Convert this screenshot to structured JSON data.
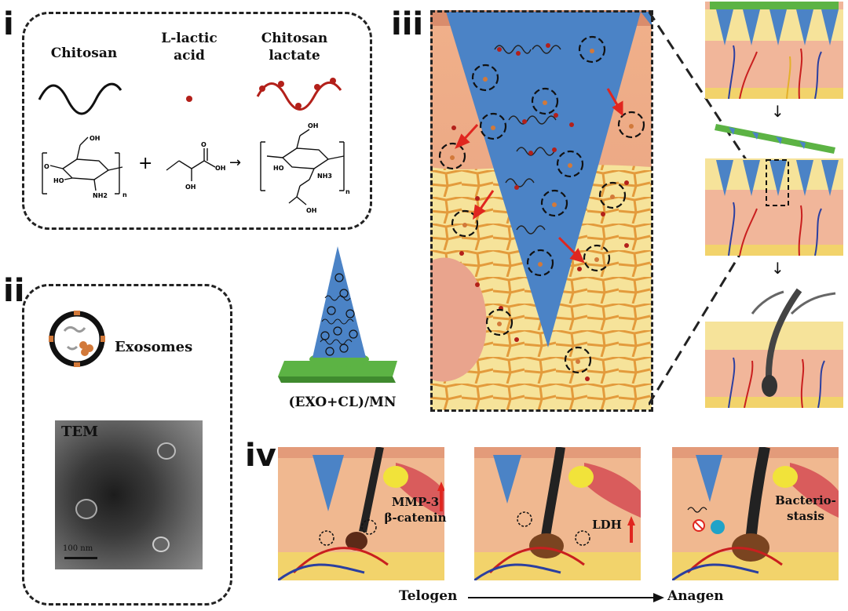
{
  "panel_i": {
    "roman": "i",
    "chitosan": "Chitosan",
    "lactic_line1": "L-lactic",
    "lactic_line2": "acid",
    "cl_line1": "Chitosan",
    "cl_line2": "lactate",
    "plus": "+",
    "arrow": "→",
    "chem": {
      "oh": "OH",
      "ho": "HO",
      "nh2": "NH2",
      "n": "n",
      "o": "O",
      "nh3": "NH3"
    }
  },
  "panel_ii": {
    "roman": "ii",
    "exosomes": "Exosomes",
    "tem": "TEM",
    "scale": "100 nm"
  },
  "mn": {
    "label": "(EXO+CL)/MN"
  },
  "panel_iii": {
    "roman": "iii"
  },
  "panel_iv": {
    "roman": "iv",
    "stage1_l1": "MMP-3",
    "stage1_l2": "β-catenin",
    "stage2": "LDH",
    "stage3_l1": "Bacterio-",
    "stage3_l2": "stasis",
    "start": "Telogen",
    "end": "Anagen"
  },
  "colors": {
    "needle_blue": "#4b83c6",
    "base_green": "#5cb344",
    "skin_pink": "#e9a48d",
    "fat_yellow": "#f6e39a",
    "arrow_red": "#e0261f",
    "dot_red": "#b3201a"
  }
}
